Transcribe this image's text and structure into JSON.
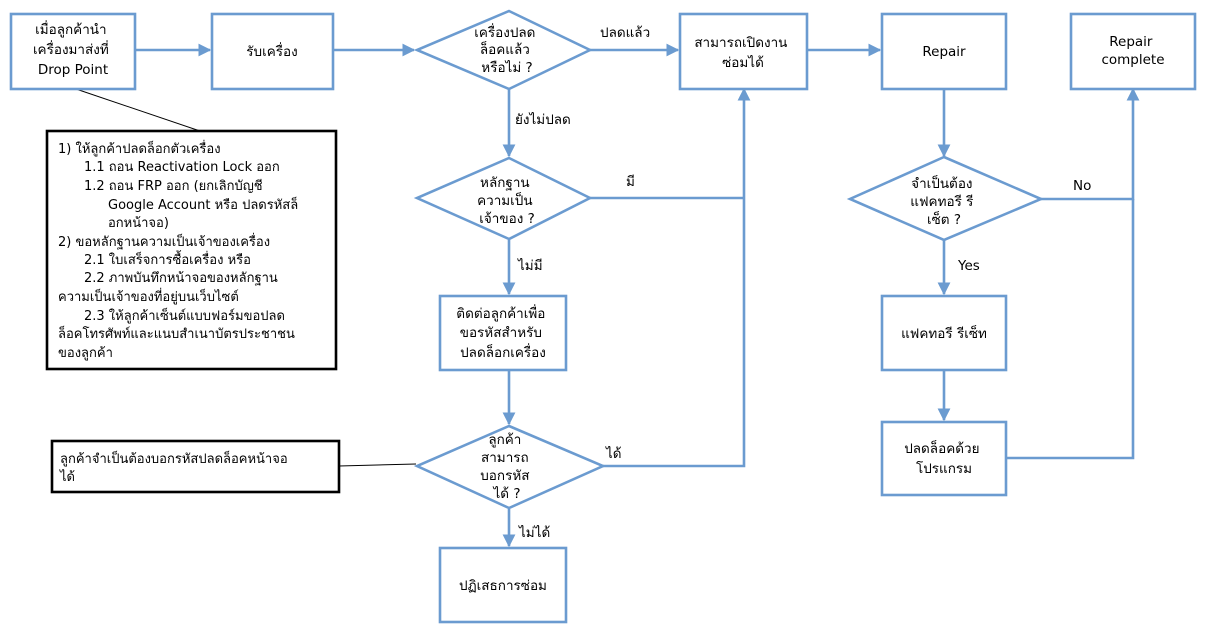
{
  "colors": {
    "flow": "#6b9bd0",
    "note_border": "#000000",
    "background": "#ffffff"
  },
  "nodes": {
    "drop_point": [
      "เมื่อลูกค้านำ",
      "เครื่องมาส่งที่",
      "Drop Point"
    ],
    "receive": [
      "รับเครื่อง"
    ],
    "q_unlocked": [
      "เครื่องปลด",
      "ล็อคแล้ว",
      "หรือไม่ ?"
    ],
    "can_repair": [
      "สามารถเปิดงาน",
      "ซ่อมได้"
    ],
    "repair": [
      "Repair"
    ],
    "repair_complete": [
      "Repair",
      "complete"
    ],
    "q_ownership": [
      "หลักฐาน",
      "ความเป็น",
      "เจ้าของ ?"
    ],
    "contact_customer": [
      "ติดต่อลูกค้าเพื่อ",
      "ขอรหัสสำหรับ",
      "ปลดล็อกเครื่อง"
    ],
    "q_customer_code": [
      "ลูกค้า",
      "สามารถ",
      "บอกรหัส",
      "ได้ ?"
    ],
    "refuse": [
      "ปฏิเสธการซ่อม"
    ],
    "q_factory_reset": [
      "จำเป็นต้อง",
      "แฟคทอรี รี",
      "เซ็ต ?"
    ],
    "factory_reset": [
      "แฟคทอรี รีเซ็ท"
    ],
    "unlock_program": [
      "ปลดล็อคด้วย",
      "โปรแกรม"
    ]
  },
  "edge_labels": {
    "unlocked": "ปลดแล้ว",
    "not_unlocked": "ยังไม่ปลด",
    "has": "มี",
    "none": "ไม่มี",
    "can": "ได้",
    "cannot": "ไม่ได้",
    "no": "No",
    "yes": "Yes"
  },
  "notes": {
    "unlock_steps": [
      "1)   ให้ลูกค้าปลดล็อกตัวเครื่อง",
      "1.1 ถอน Reactivation Lock ออก",
      "1.2 ถอน FRP ออก (ยกเลิกบัญชี",
      "Google Account หรือ ปลดรหัสล็",
      "อกหน้าจอ)",
      "2)   ขอหลักฐานความเป็นเจ้าของเครื่อง",
      "2.1 ใบเสร็จการซื้อเครื่อง  หรือ",
      "2.2 ภาพบันทึกหน้าจอของหลักฐาน",
      "ความเป็นเจ้าของที่อยู่บนเว็บไซต์",
      "2.3 ให้ลูกค้าเซ็นต์แบบฟอร์มขอปลด",
      "ล็อคโทรศัพท์และแนบสำเนาบัตรประชาชน",
      "ของลูกค้า"
    ],
    "screen_code": [
      "ลูกค้าจำเป็นต้องบอกรหัสปลดล็อคหน้าจอ",
      "ได้"
    ]
  }
}
